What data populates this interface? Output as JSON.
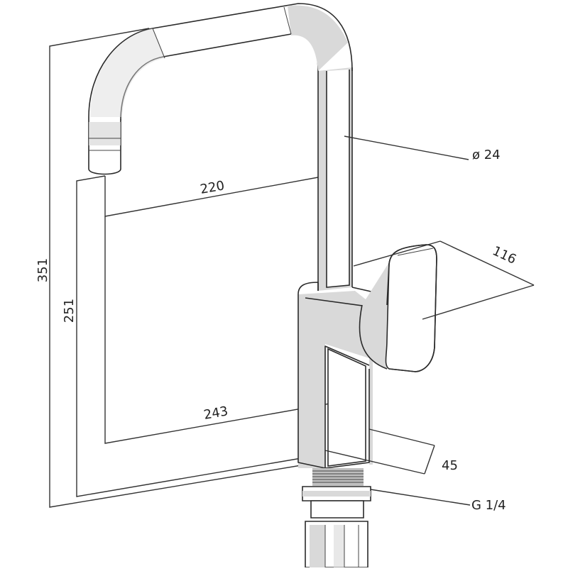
{
  "dimensions": {
    "height_total": "351",
    "height_spout": "251",
    "reach": "220",
    "depth": "243",
    "pipe_diameter": "ø 24",
    "handle_width": "116",
    "base_diameter": "45",
    "thread": "G 1/4"
  }
}
